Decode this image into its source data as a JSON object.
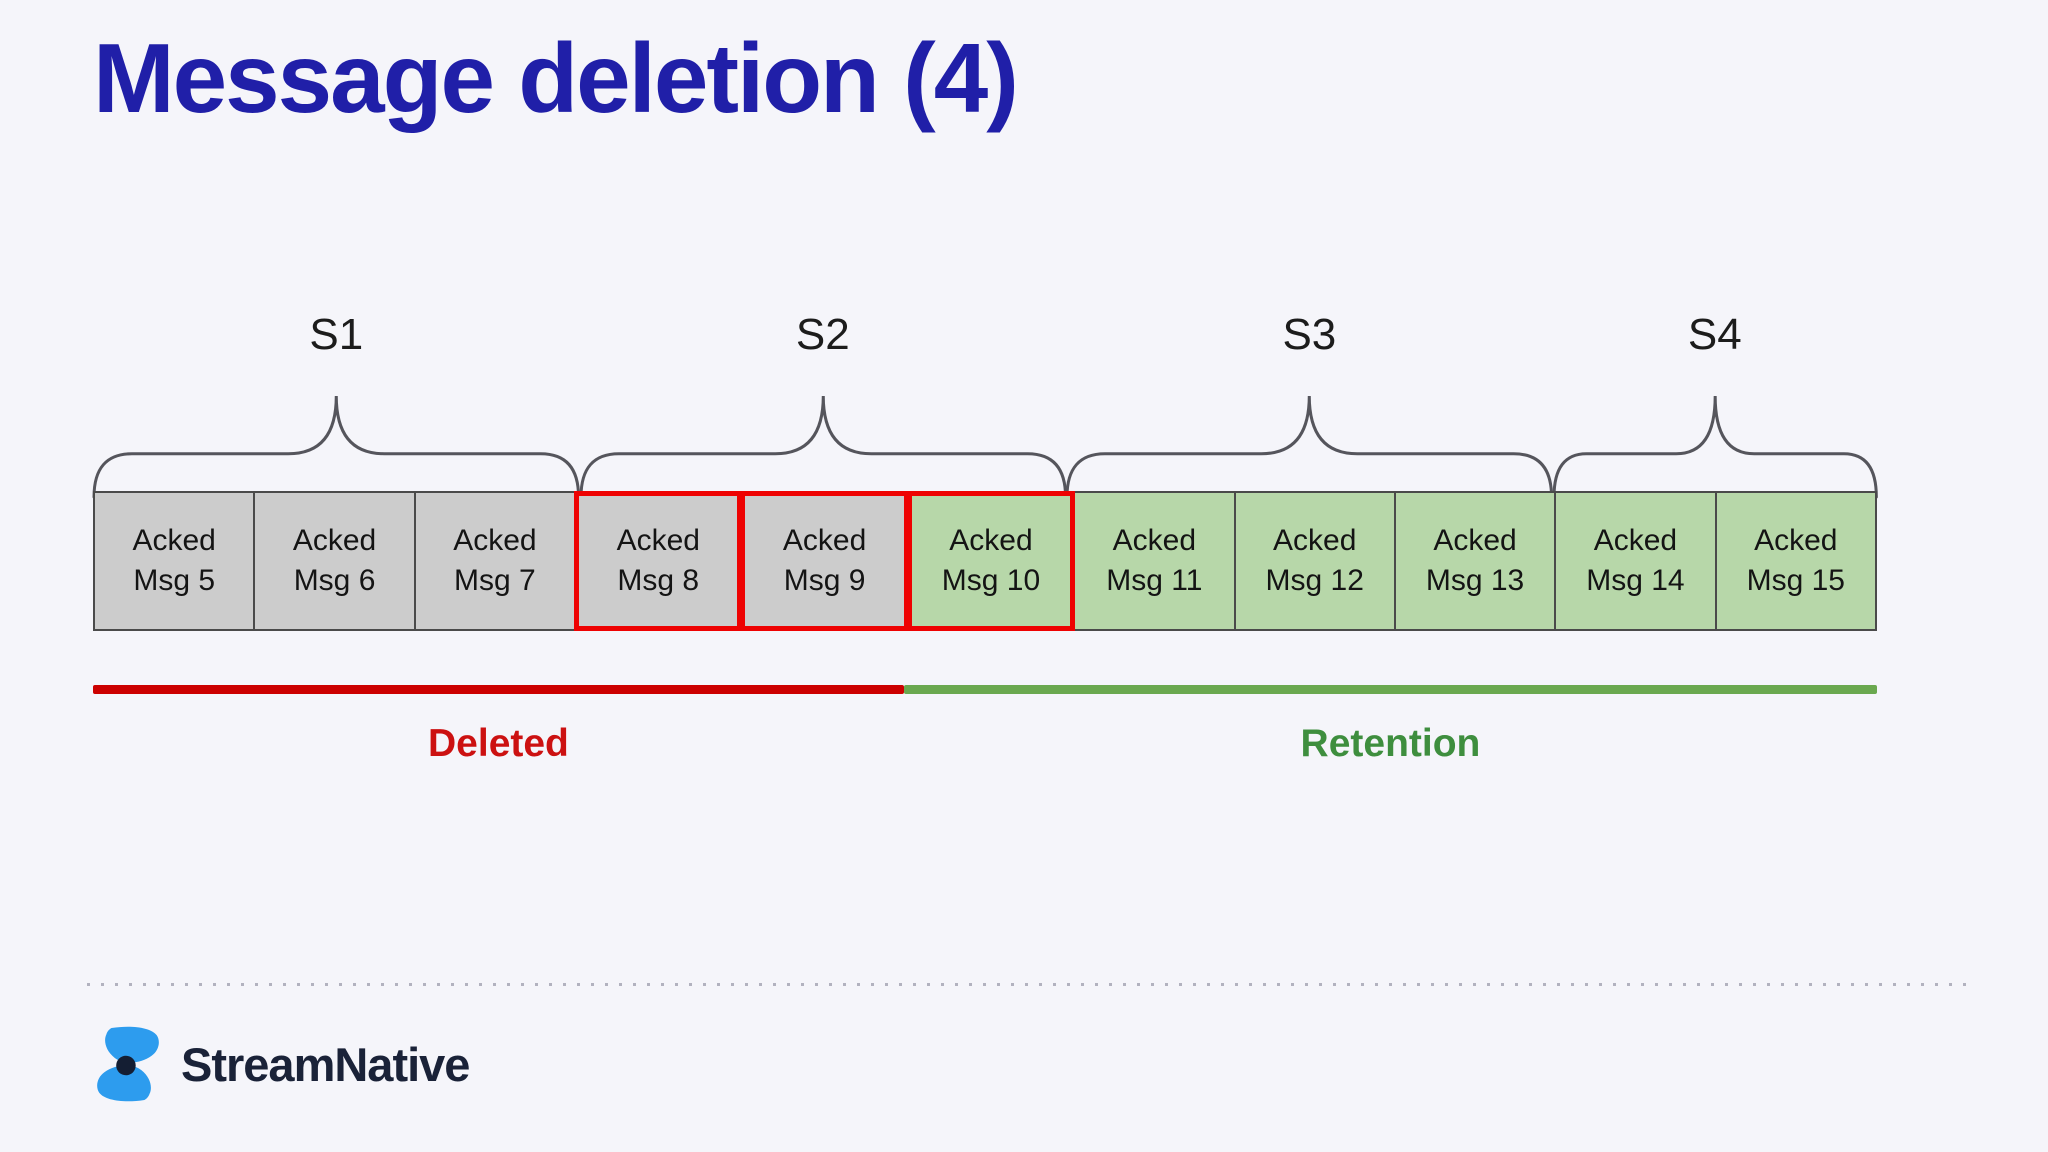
{
  "slide": {
    "title": "Message deletion (4)",
    "background": "#f5f5fa",
    "title_color": "#201fa8"
  },
  "diagram": {
    "segments": [
      {
        "label": "S1",
        "box_count": 3
      },
      {
        "label": "S2",
        "box_count": 3
      },
      {
        "label": "S3",
        "box_count": 3
      },
      {
        "label": "S4",
        "box_count": 2
      }
    ],
    "messages": [
      {
        "line1": "Acked",
        "line2": "Msg 5",
        "fill": "gray",
        "marked": false
      },
      {
        "line1": "Acked",
        "line2": "Msg 6",
        "fill": "gray",
        "marked": false
      },
      {
        "line1": "Acked",
        "line2": "Msg 7",
        "fill": "gray",
        "marked": false
      },
      {
        "line1": "Acked",
        "line2": "Msg 8",
        "fill": "gray",
        "marked": true
      },
      {
        "line1": "Acked",
        "line2": "Msg 9",
        "fill": "gray",
        "marked": true
      },
      {
        "line1": "Acked",
        "line2": "Msg 10",
        "fill": "green",
        "marked": true
      },
      {
        "line1": "Acked",
        "line2": "Msg 11",
        "fill": "green",
        "marked": false
      },
      {
        "line1": "Acked",
        "line2": "Msg 12",
        "fill": "green",
        "marked": false
      },
      {
        "line1": "Acked",
        "line2": "Msg 13",
        "fill": "green",
        "marked": false
      },
      {
        "line1": "Acked",
        "line2": "Msg 14",
        "fill": "green",
        "marked": false
      },
      {
        "line1": "Acked",
        "line2": "Msg 15",
        "fill": "green",
        "marked": false
      }
    ],
    "deleted": {
      "label": "Deleted",
      "box_span": 5,
      "line_color": "#cc0000",
      "text_color": "#cc1111"
    },
    "retention": {
      "label": "Retention",
      "box_span": 6,
      "line_color": "#6aa84f",
      "text_color": "#3e8e3e"
    },
    "colors": {
      "gray_fill": "#cccccc",
      "green_fill": "#b7d7a9",
      "box_border": "#4a4a4a",
      "marked_border": "#ee0202",
      "brace_stroke": "#55555c"
    }
  },
  "footer": {
    "brand": "StreamNative",
    "brand_color": "#1a2238",
    "logo_blue": "#2d9cee",
    "logo_dark": "#141e33"
  }
}
